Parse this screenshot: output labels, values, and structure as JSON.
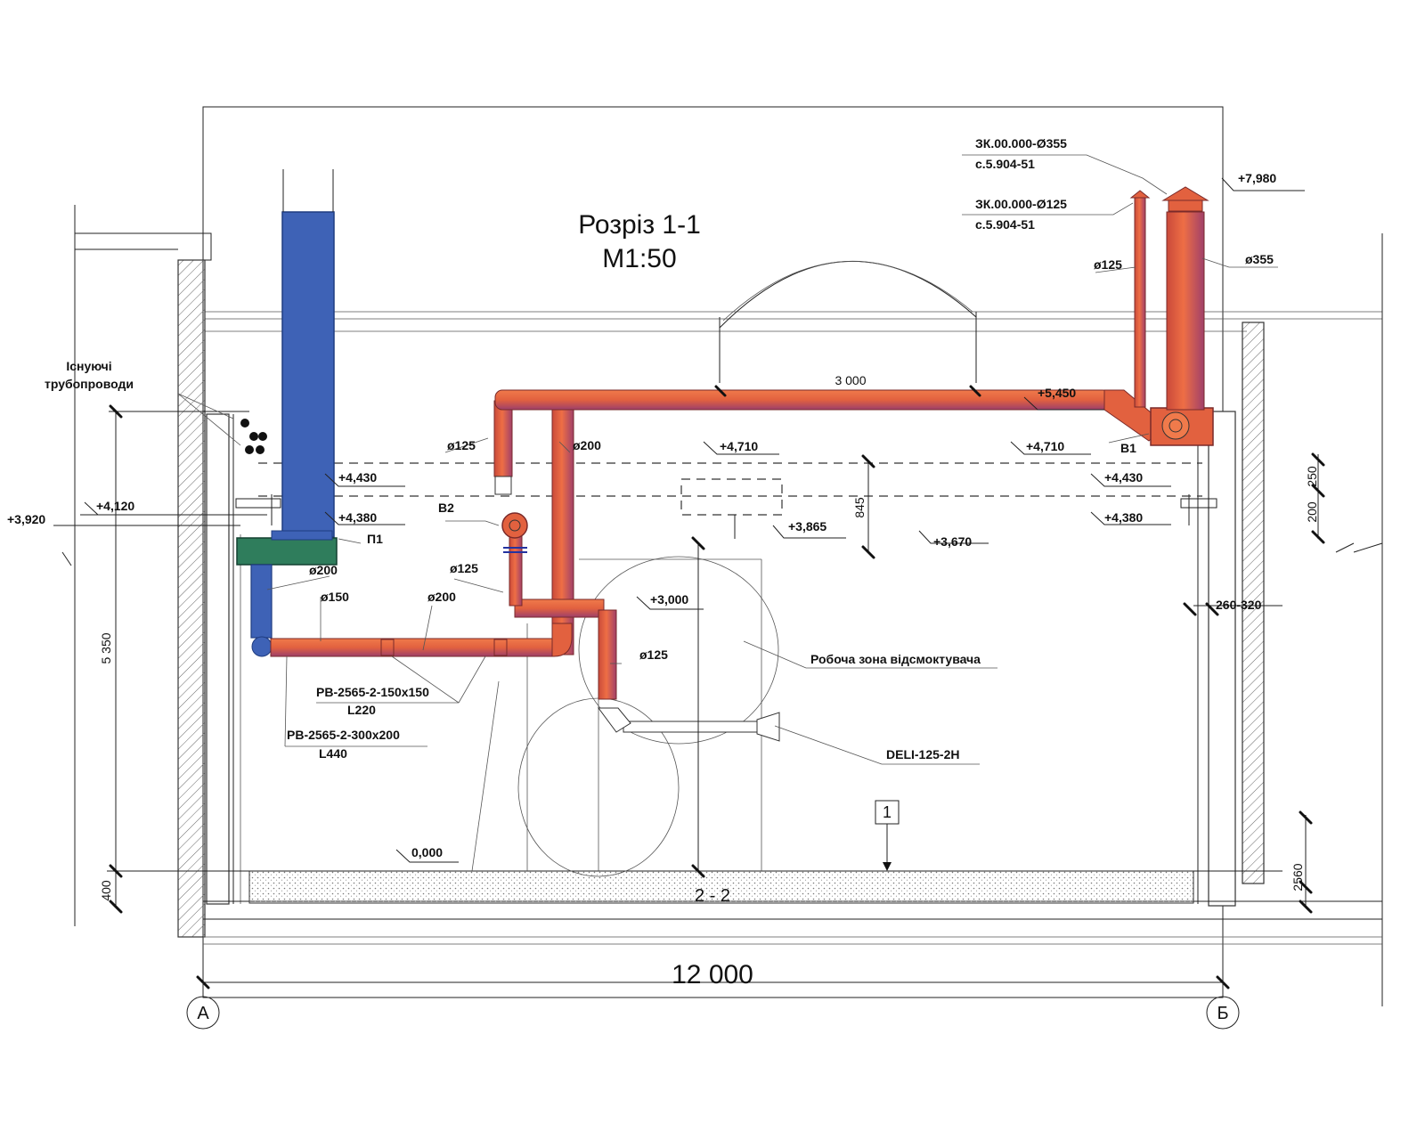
{
  "title": "Розріз 1-1",
  "scale": "М1:50",
  "notes": {
    "existing_pipes_line1": "Існуючі",
    "existing_pipes_line2": "трубопроводи",
    "work_zone": "Робоча зона відсмоктувача",
    "deli": "DELI-125-2H",
    "zk355_line1": "ЗК.00.000-Ø355",
    "zk355_line2": "с.5.904-51",
    "zk125_line1": "ЗК.00.000-Ø125",
    "zk125_line2": "с.5.904-51",
    "rv1_line1": "РВ-2565-2-150х150",
    "rv1_line2": "L220",
    "rv2_line1": "РВ-2565-2-300х200",
    "rv2_line2": "L440"
  },
  "units": {
    "p1": "П1",
    "v1": "В1",
    "v2": "В2"
  },
  "diameters": {
    "d125_a": "ø125",
    "d200_a": "ø200",
    "d125_b": "ø125",
    "d200_b": "ø200",
    "d150": "ø150",
    "d200_c": "ø200",
    "d125_c": "ø125",
    "d125_top": "ø125",
    "d355": "ø355"
  },
  "levels": {
    "l7980": "+7,980",
    "l5450": "+5,450",
    "l4710_a": "+4,710",
    "l4710_b": "+4,710",
    "l4430_a": "+4,430",
    "l4430_b": "+4,430",
    "l4380_a": "+4,380",
    "l4380_b": "+4,380",
    "l4120": "+4,120",
    "l3920": "+3,920",
    "l3865": "+3,865",
    "l3670": "+3,670",
    "l3000": "+3,000",
    "l0000": "0,000"
  },
  "dimensions": {
    "span": "12 000",
    "duct_len": "3 000",
    "height": "5 350",
    "base": "400",
    "d845": "845",
    "r_top": "250",
    "r_mid": "200",
    "r_low": "260-320",
    "r_bot": "2560"
  },
  "axes": {
    "a": "А",
    "b": "Б"
  },
  "section_mark": "1",
  "floor_mark": "2 - 2",
  "colors": {
    "supply_duct": "#3e62b6",
    "exhaust_duct": "#e2613f",
    "supply_unit": "#2f7d5c",
    "line": "#222222"
  }
}
